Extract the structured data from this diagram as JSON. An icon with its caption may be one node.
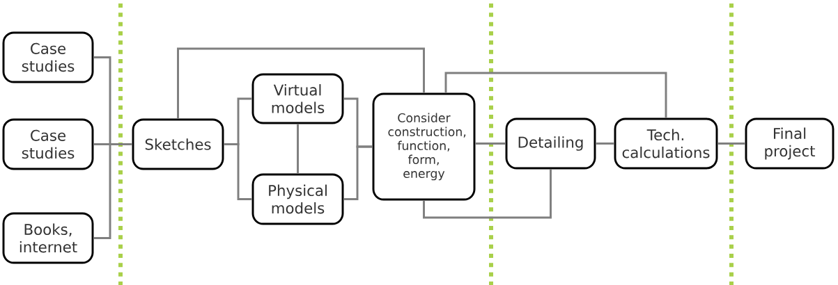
{
  "diagram": {
    "nodes": [
      {
        "text": [
          "Case studies"
        ]
      },
      {
        "text": [
          "Case studies"
        ]
      },
      {
        "text": [
          "Books, internet"
        ]
      },
      {
        "text": [
          "Sketches"
        ]
      },
      {
        "text": [
          "Virtual models"
        ]
      },
      {
        "text": [
          "Physical models"
        ]
      },
      {
        "text": [
          "Consider construction, function, form, energy"
        ]
      },
      {
        "text": [
          "Detailing"
        ]
      },
      {
        "text": [
          "Tech. calculations"
        ]
      },
      {
        "text": [
          "Final project"
        ]
      }
    ],
    "edges": [
      {
        "from": 0,
        "to": 3,
        "arrow": "none"
      },
      {
        "from": 1,
        "to": 3,
        "arrow": "none"
      },
      {
        "from": 2,
        "to": 3,
        "arrow": "none"
      },
      {
        "from": 3,
        "to": 4,
        "arrow": "none"
      },
      {
        "from": 3,
        "to": 5,
        "arrow": "none"
      },
      {
        "from": 4,
        "to": 5,
        "arrow": "none"
      },
      {
        "from": 4,
        "to": 6,
        "arrow": "none"
      },
      {
        "from": 5,
        "to": 6,
        "arrow": "none"
      },
      {
        "from": 3,
        "to": 6,
        "arrow": "none"
      },
      {
        "from": 6,
        "to": 7,
        "arrow": "none"
      },
      {
        "from": 7,
        "to": 8,
        "arrow": "none"
      },
      {
        "from": 8,
        "to": 9,
        "arrow": "none"
      },
      {
        "from": 6,
        "to": 8,
        "arrow": "none"
      },
      {
        "from": 6,
        "to": 7,
        "arrow": "none"
      }
    ]
  }
}
